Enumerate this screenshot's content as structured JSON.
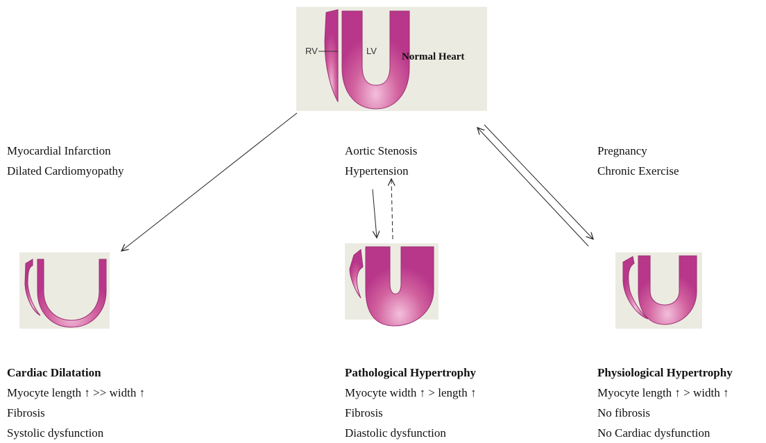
{
  "normal_heart": {
    "title": "Normal Heart",
    "rv_label": "RV",
    "lv_label": "LV"
  },
  "causes": {
    "dilatation": [
      "Myocardial Infarction",
      "Dilated Cardiomyopathy"
    ],
    "pathological": [
      "Aortic Stenosis",
      "Hypertension"
    ],
    "physiological": [
      "Pregnancy",
      "Chronic Exercise"
    ]
  },
  "outcomes": {
    "dilatation": {
      "title": "Cardiac Dilatation",
      "lines": [
        "Myocyte length ↑ >> width ↑",
        "Fibrosis",
        "Systolic dysfunction"
      ]
    },
    "pathological": {
      "title": "Pathological Hypertrophy",
      "lines": [
        "Myocyte width ↑ > length ↑",
        "Fibrosis",
        "Diastolic dysfunction"
      ]
    },
    "physiological": {
      "title": "Physiological Hypertrophy",
      "lines": [
        "Myocyte length ↑ > width ↑",
        "No fibrosis",
        "No Cardiac dysfunction"
      ]
    }
  },
  "colors": {
    "myocardium": "#c2418f",
    "myocardium_light": "#f3bfdc",
    "panel": "#ecebe1"
  }
}
